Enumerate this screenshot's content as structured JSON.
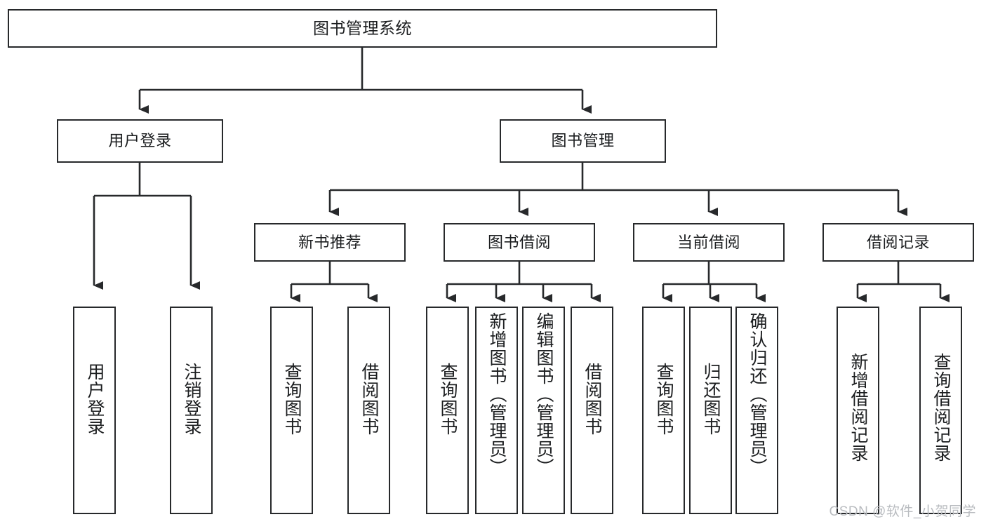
{
  "diagram": {
    "type": "tree-hierarchy",
    "title": "图书管理系统",
    "watermark": "CSDN @软件_小贺同学",
    "colors": {
      "stroke": "#27292b",
      "background": "#ffffff",
      "text": "#1b1d1f",
      "watermark": "#b9bcc0"
    },
    "levels": {
      "root": {
        "label": "图书管理系统"
      },
      "level2": [
        {
          "label": "用户登录"
        },
        {
          "label": "图书管理"
        }
      ],
      "level3": [
        {
          "label": "新书推荐"
        },
        {
          "label": "图书借阅"
        },
        {
          "label": "当前借阅"
        },
        {
          "label": "借阅记录"
        }
      ],
      "leaves": {
        "user_login": [
          {
            "label": "用户登录"
          },
          {
            "label": "注销登录"
          }
        ],
        "new_book_recommend": [
          {
            "label": "查询图书"
          },
          {
            "label": "借阅图书"
          }
        ],
        "book_borrow": [
          {
            "label": "查询图书"
          },
          {
            "label": "新增图书（管理员）"
          },
          {
            "label": "编辑图书（管理员）"
          },
          {
            "label": "借阅图书"
          }
        ],
        "current_borrow": [
          {
            "label": "查询图书"
          },
          {
            "label": "归还图书"
          },
          {
            "label": "确认归还（管理员）"
          }
        ],
        "borrow_record": [
          {
            "label": "新增借阅记录"
          },
          {
            "label": "查询借阅记录"
          }
        ]
      }
    }
  }
}
